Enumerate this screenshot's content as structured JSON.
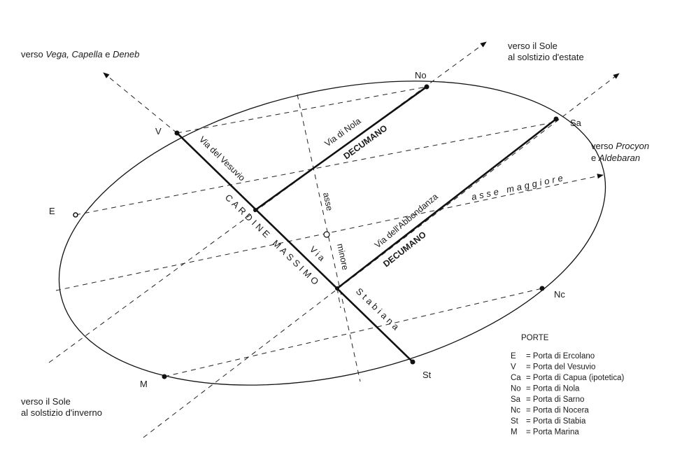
{
  "directions": {
    "vega": {
      "prefix": "verso ",
      "italic": "Vega, Capella",
      "mid": " e ",
      "italic2": "Deneb"
    },
    "summer": {
      "line1": "verso il Sole",
      "line2": "al solstizio d'estate"
    },
    "procyon": {
      "prefix": "verso ",
      "italic": "Procyon",
      "line2_prefix": "e ",
      "italic2": "Aldebaran"
    },
    "winter": {
      "line1": "verso il Sole",
      "line2": "al solstizio d'inverno"
    }
  },
  "gates": {
    "E": "E",
    "V": "V",
    "No": "No",
    "Sa": "Sa",
    "Nc": "Nc",
    "St": "St",
    "M": "M"
  },
  "roads": {
    "via_nola": "Via di Nola",
    "decumano1": "DECUMANO",
    "via_vesuvio": "Via del Vesuvio",
    "cardine": "CARDINE MASSIMO",
    "via": "Via",
    "stabiana": "Stabiana",
    "via_abbondanza": "Via dell'Abbondanza",
    "decumano2": "DECUMANO"
  },
  "axes": {
    "asse_minore_1": "asse",
    "asse_minore_2": "minore",
    "asse_maggiore": "asse maggiore"
  },
  "legend": {
    "title": "PORTE",
    "items": [
      {
        "code": "E",
        "name": "= Porta di Ercolano"
      },
      {
        "code": "V",
        "name": "= Porta del Vesuvio"
      },
      {
        "code": "Ca",
        "name": "= Porta di Capua (ipotetica)"
      },
      {
        "code": "No",
        "name": "= Porta di Nola"
      },
      {
        "code": "Sa",
        "name": "= Porta di Sarno"
      },
      {
        "code": "Nc",
        "name": "= Porta di Nocera"
      },
      {
        "code": "St",
        "name": "= Porta di Stabia"
      },
      {
        "code": "M",
        "name": "= Porta Marina"
      }
    ]
  }
}
